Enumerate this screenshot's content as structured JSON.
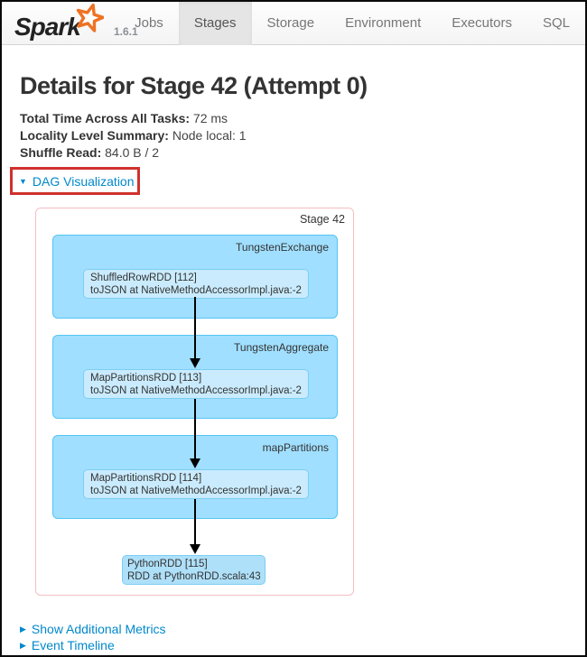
{
  "colors": {
    "link-blue": "#0088cc",
    "annotation-red": "#d0312d",
    "spark-orange": "#ee7224",
    "navbar-bg": "#f4f4f4",
    "active-tab-bg": "#e5e5e5",
    "cluster-fill": "#a0dfff",
    "cluster-stroke": "#55c5f2",
    "node-fill": "#c9ebfd",
    "node-stroke": "#7ccef2",
    "final-node-fill": "#afe0f9",
    "stage-border-pink": "#f5bec4",
    "arrow-black": "#000000"
  },
  "header": {
    "logo_text": "Spark",
    "version": "1.6.1",
    "nav": [
      {
        "label": "Jobs",
        "active": false
      },
      {
        "label": "Stages",
        "active": true
      },
      {
        "label": "Storage",
        "active": false
      },
      {
        "label": "Environment",
        "active": false
      },
      {
        "label": "Executors",
        "active": false
      },
      {
        "label": "SQL",
        "active": false
      }
    ]
  },
  "page": {
    "title": "Details for Stage 42 (Attempt 0)",
    "metrics": [
      {
        "label": "Total Time Across All Tasks:",
        "value": "72 ms"
      },
      {
        "label": "Locality Level Summary:",
        "value": "Node local: 1"
      },
      {
        "label": "Shuffle Read:",
        "value": "84.0 B / 2"
      }
    ],
    "dag_toggle_label": "DAG Visualization",
    "show_metrics_label": "Show Additional Metrics",
    "event_timeline_label": "Event Timeline"
  },
  "icons": {
    "caret_down": "▼",
    "caret_right": "▶"
  },
  "dag": {
    "stage_label": "Stage 42",
    "operators": [
      {
        "name": "TungstenExchange",
        "rdd": "ShuffledRowRDD [112]",
        "callsite": "toJSON at NativeMethodAccessorImpl.java:-2"
      },
      {
        "name": "TungstenAggregate",
        "rdd": "MapPartitionsRDD [113]",
        "callsite": "toJSON at NativeMethodAccessorImpl.java:-2"
      },
      {
        "name": "mapPartitions",
        "rdd": "MapPartitionsRDD [114]",
        "callsite": "toJSON at NativeMethodAccessorImpl.java:-2"
      }
    ],
    "final_node": {
      "rdd": "PythonRDD [115]",
      "callsite": "RDD at PythonRDD.scala:43"
    }
  }
}
